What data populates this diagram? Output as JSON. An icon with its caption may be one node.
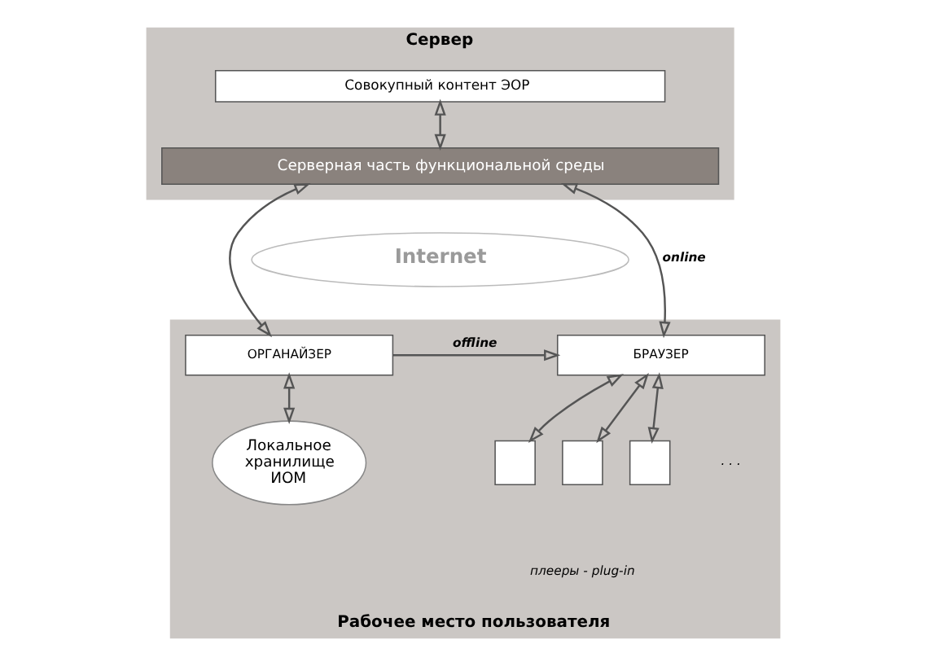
{
  "diagram": {
    "nodes": [
      {
        "text": [
          "Сервер"
        ]
      },
      {
        "text": [
          "Совокупный контент ЭОР"
        ],
        "in": 0
      },
      {
        "text": [
          "Серверная часть функциональной среды"
        ],
        "in": 0
      },
      {
        "text": [
          "Internet"
        ]
      },
      {
        "text": [
          "Рабочее место пользователя"
        ]
      },
      {
        "text": [
          "ОРГАНАЙЗЕР"
        ],
        "in": 4
      },
      {
        "text": [
          "БРАУЗЕР"
        ],
        "in": 4
      },
      {
        "text": [
          "Локальное хранилище ИОМ"
        ],
        "in": 4
      },
      {
        "text": [],
        "shape": "box",
        "in": 4
      },
      {
        "text": [],
        "shape": "box",
        "in": 4
      },
      {
        "text": [],
        "shape": "box",
        "in": 4
      }
    ],
    "edges": [
      {
        "from": 1,
        "to": 2,
        "arrow": "both"
      },
      {
        "from": 2,
        "to": 5,
        "arrow": "both"
      },
      {
        "from": 2,
        "to": 6,
        "arrow": "both",
        "label": "online"
      },
      {
        "from": 5,
        "to": 6,
        "arrow": "to",
        "label": "offline"
      },
      {
        "from": 5,
        "to": 7,
        "arrow": "both"
      },
      {
        "from": 6,
        "to": 8,
        "arrow": "both"
      },
      {
        "from": 6,
        "to": 9,
        "arrow": "both"
      },
      {
        "from": 6,
        "to": 10,
        "arrow": "both"
      }
    ],
    "labels": [
      ". . .",
      "плееры - plug-in"
    ]
  }
}
